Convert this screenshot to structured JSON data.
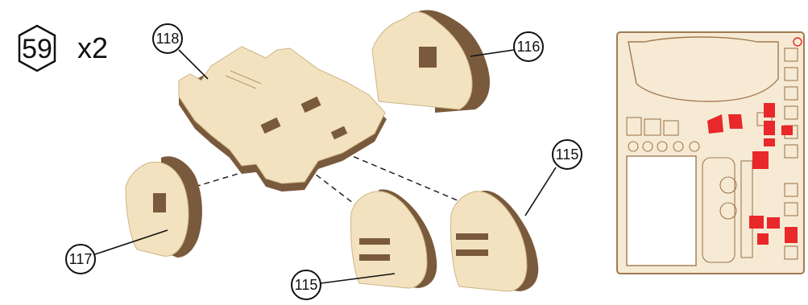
{
  "step": {
    "number": "59",
    "quantity": "x2"
  },
  "callouts": [
    {
      "id": "118",
      "label": "118"
    },
    {
      "id": "116",
      "label": "116"
    },
    {
      "id": "115a",
      "label": "115"
    },
    {
      "id": "117",
      "label": "117"
    },
    {
      "id": "115b",
      "label": "115"
    }
  ],
  "colors": {
    "wood_light": "#f3e2bf",
    "wood_mid": "#e7cf9f",
    "wood_dark": "#7a5a3c",
    "sheet_fill": "#f6ead4",
    "sheet_stroke": "#a07a52",
    "highlight": "#e8282a"
  }
}
